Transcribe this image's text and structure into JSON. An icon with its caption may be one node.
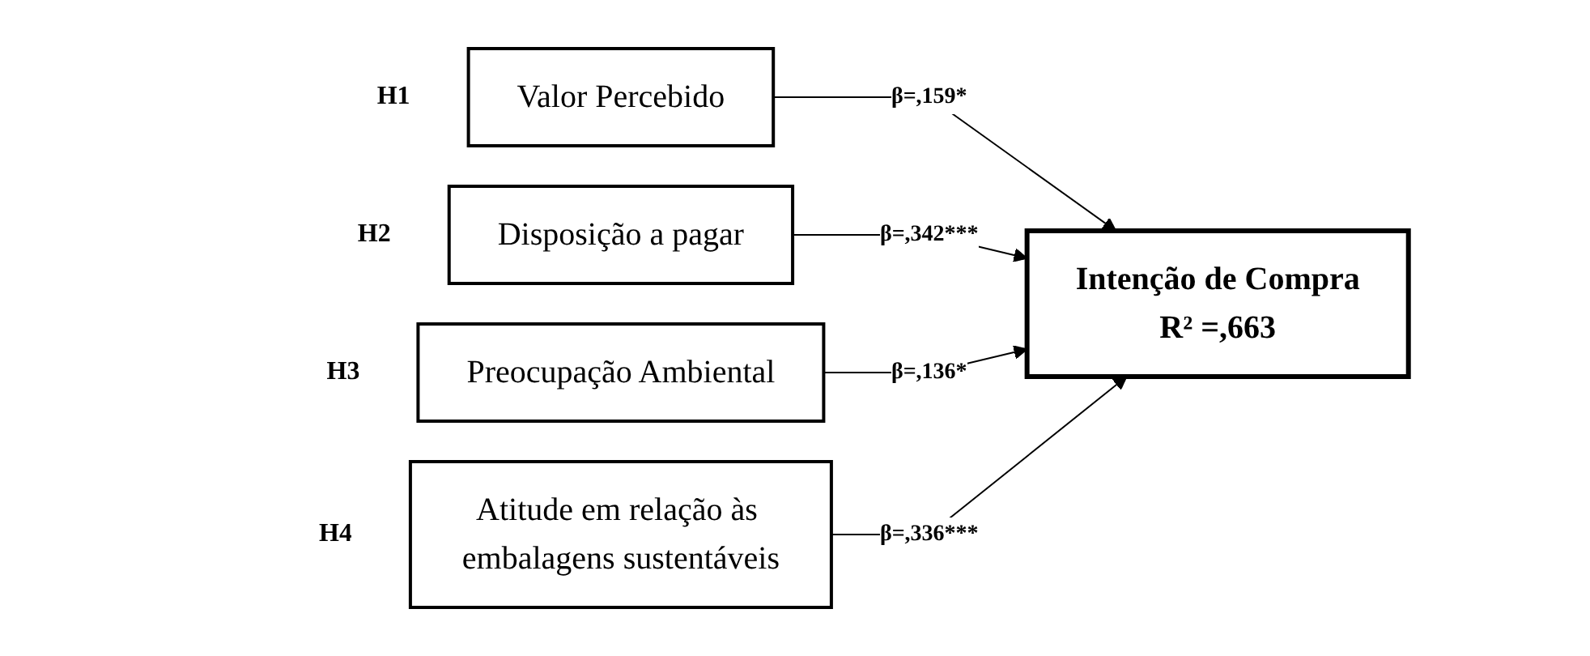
{
  "diagram": {
    "nodes": [
      {
        "text": [
          "Valor Percebido"
        ],
        "beside": [
          "H1"
        ]
      },
      {
        "text": [
          "Disposição a pagar"
        ],
        "beside": [
          "H2"
        ]
      },
      {
        "text": [
          "Preocupação Ambiental"
        ],
        "beside": [
          "H3"
        ]
      },
      {
        "text": [
          "Atitude em relação às embalagens sustentáveis"
        ],
        "beside": [
          "H4"
        ]
      },
      {
        "text": [
          "Intenção de Compra",
          "R² =,663"
        ]
      }
    ],
    "edges": [
      {
        "from": 0,
        "to": 4,
        "arrow": "to",
        "label": "β=,159*"
      },
      {
        "from": 1,
        "to": 4,
        "arrow": "to",
        "label": "β=,342***"
      },
      {
        "from": 2,
        "to": 4,
        "arrow": "to",
        "label": "β=,136*"
      },
      {
        "from": 3,
        "to": 4,
        "arrow": "to",
        "label": "β=,336***"
      }
    ]
  }
}
